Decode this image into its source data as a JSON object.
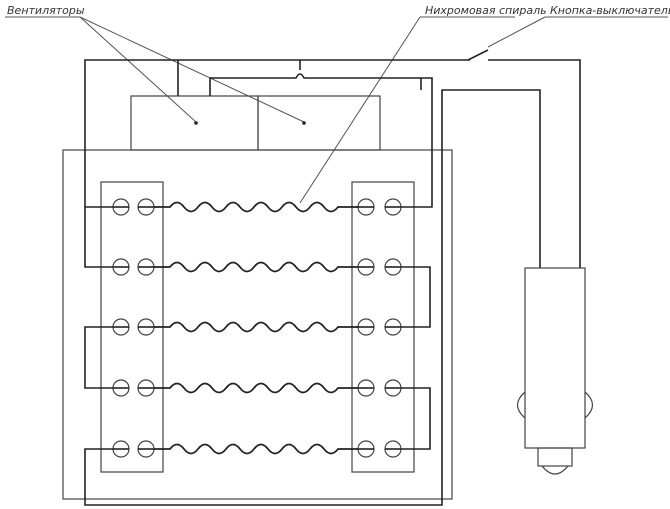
{
  "labels": {
    "fans": "Вентиляторы",
    "spiral": "Нихромовая спираль",
    "switch": "Кнопка-выключатель"
  },
  "colors": {
    "line": "#222222",
    "box": "#444444",
    "background": "#ffffff"
  },
  "icons": {
    "screw": "screw-terminal-icon",
    "plug": "car-cigarette-plug-icon"
  }
}
